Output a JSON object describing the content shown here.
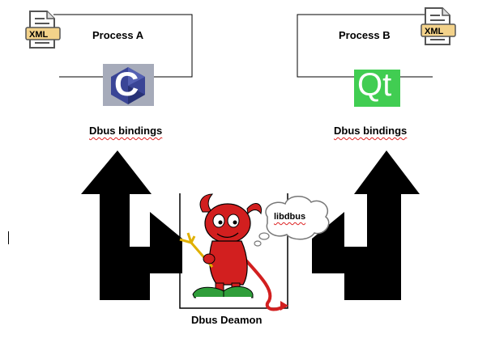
{
  "process_a": {
    "title": "Process A",
    "file_badge": "XML",
    "logo_letter": "C",
    "bindings": "Dbus bindings"
  },
  "process_b": {
    "title": "Process B",
    "file_badge": "XML",
    "logo_text": "Qt",
    "bindings": "Dbus bindings"
  },
  "daemon": {
    "label": "Dbus Deamon",
    "library": "libdbus"
  },
  "colors": {
    "arrow": "#000000",
    "c_logo_bg": "#a6abba",
    "c_logo_hex": "#3a4596",
    "qt_green": "#41cd52",
    "xml_badge": "#f3d28a",
    "mascot_red": "#d21f1f",
    "spellcheck_underline": "#dd2222"
  },
  "icons": [
    "xml-file-icon",
    "c-language-logo",
    "qt-logo",
    "bsd-daemon-mascot",
    "thought-cloud"
  ]
}
